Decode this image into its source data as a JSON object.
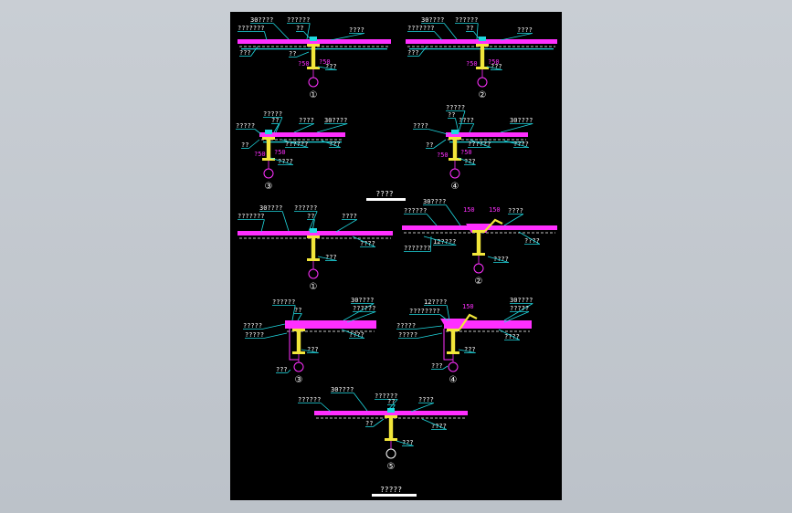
{
  "colors": {
    "background": "#c3c8ce",
    "sheet": "#000000",
    "slab": "#ff2fff",
    "leader": "#1fd8e0",
    "steel": "#f2e63a",
    "text": "#ffffff",
    "dimension": "#ff2fff"
  },
  "section_titles": [
    "????",
    "?????"
  ],
  "details_a": [
    {
      "number": "①",
      "labels": [
        "30????",
        "??????",
        "???????",
        "??",
        "????",
        "???",
        "??",
        "???"
      ],
      "dims": [
        "?50",
        "?50"
      ]
    },
    {
      "number": "②",
      "labels": [
        "30????",
        "??????",
        "???????",
        "??",
        "????",
        "???",
        "???"
      ],
      "dims": [
        "?50",
        "?50"
      ]
    },
    {
      "number": "③",
      "labels": [
        "?????",
        "??",
        "????",
        "30????",
        "?????",
        "??",
        "??????",
        "???",
        "????"
      ],
      "dims": [
        "?50",
        "?50"
      ]
    },
    {
      "number": "④",
      "labels": [
        "?????",
        "??",
        "????",
        "????",
        "30????",
        "??",
        "??????",
        "????",
        "???"
      ],
      "dims": [
        "?50",
        "?50"
      ]
    }
  ],
  "details_b": [
    {
      "number": "①",
      "labels": [
        "30????",
        "??????",
        "???????",
        "??",
        "????",
        "????",
        "???"
      ],
      "dims": []
    },
    {
      "number": "②",
      "labels": [
        "30????",
        "??????",
        "????",
        "12????",
        "???????",
        "????",
        "????"
      ],
      "dims": [
        "150",
        "150"
      ]
    },
    {
      "number": "③",
      "labels": [
        "??????",
        "??",
        "30????",
        "??????",
        "?????",
        "?????",
        "????",
        "???",
        "???"
      ],
      "dims": []
    },
    {
      "number": "④",
      "labels": [
        "12????",
        "????????",
        "30????",
        "?????",
        "?????",
        "?????",
        "????",
        "???",
        "???"
      ],
      "dims": [
        "150"
      ]
    },
    {
      "number": "⑤",
      "labels": [
        "30????",
        "??????",
        "??????",
        "??",
        "????",
        "??",
        "????",
        "???"
      ],
      "dims": []
    }
  ]
}
